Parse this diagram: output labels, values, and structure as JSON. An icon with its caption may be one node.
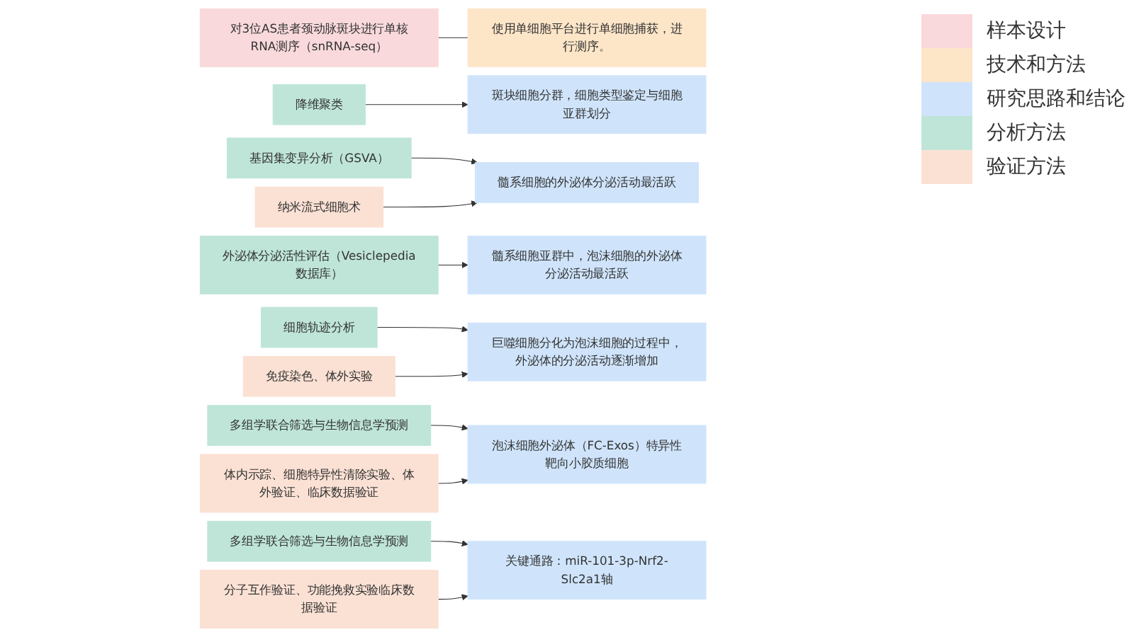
{
  "diagram": {
    "nodes": [
      {
        "text": [
          "对3位AS患者颈动脉斑块进行单核RNA测序（snRNA-seq）"
        ]
      },
      {
        "text": [
          "使用单细胞平台进行单细胞捕获，进行测序。"
        ]
      },
      {
        "text": [
          "降维聚类"
        ]
      },
      {
        "text": [
          "斑块细胞分群，细胞类型鉴定与细胞亚群划分"
        ]
      },
      {
        "text": [
          "基因集变异分析（GSVA）"
        ]
      },
      {
        "text": [
          "髓系细胞的外泌体分泌活动最活跃"
        ]
      },
      {
        "text": [
          "纳米流式细胞术"
        ]
      },
      {
        "text": [
          "外泌体分泌活性评估（Vesiclepedia数据库）"
        ]
      },
      {
        "text": [
          "髓系细胞亚群中，泡沫细胞的外泌体分泌活动最活跃"
        ]
      },
      {
        "text": [
          "细胞轨迹分析"
        ]
      },
      {
        "text": [
          "巨噬细胞分化为泡沫细胞的过程中，外泌体的分泌活动逐渐增加"
        ]
      },
      {
        "text": [
          "免疫染色、体外实验"
        ]
      },
      {
        "text": [
          "多组学联合筛选与生物信息学预测"
        ]
      },
      {
        "text": [
          "泡沫细胞外泌体（FC-Exos）特异性靶向小胶质细胞"
        ]
      },
      {
        "text": [
          "体内示踪、细胞特异性清除实验、体外验证、临床数据验证"
        ]
      },
      {
        "text": [
          "多组学联合筛选与生物信息学预测"
        ]
      },
      {
        "text": [
          "关键通路：miR-101-3p-Nrf2-Slc2a1轴"
        ]
      },
      {
        "text": [
          "分子互作验证、功能挽救实验临床数据验证"
        ]
      }
    ],
    "edges": [
      {
        "from": 0,
        "to": 1,
        "arrow": "none"
      },
      {
        "from": 2,
        "to": 3,
        "arrow": "to"
      },
      {
        "from": 4,
        "to": 5,
        "arrow": "to"
      },
      {
        "from": 6,
        "to": 5,
        "arrow": "to"
      },
      {
        "from": 7,
        "to": 8,
        "arrow": "to"
      },
      {
        "from": 9,
        "to": 10,
        "arrow": "to"
      },
      {
        "from": 11,
        "to": 10,
        "arrow": "to"
      },
      {
        "from": 12,
        "to": 13,
        "arrow": "to"
      },
      {
        "from": 14,
        "to": 13,
        "arrow": "to"
      },
      {
        "from": 15,
        "to": 16,
        "arrow": "to"
      },
      {
        "from": 17,
        "to": 16,
        "arrow": "to"
      }
    ],
    "legend": [
      {
        "text": "样本设计",
        "color": "#f9d9dc"
      },
      {
        "text": "技术和方法",
        "color": "#fde5c8"
      },
      {
        "text": "研究思路和结论",
        "color": "#cfe4fb"
      },
      {
        "text": "分析方法",
        "color": "#bfe5d9"
      },
      {
        "text": "验证方法",
        "color": "#fbe1d4"
      }
    ]
  }
}
